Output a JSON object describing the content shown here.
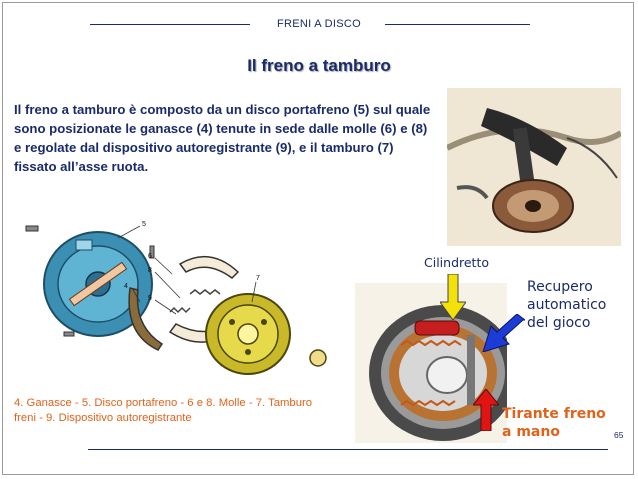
{
  "header": {
    "section": "FRENI A DISCO"
  },
  "title": "Il freno a tamburo",
  "body_text": "Il freno a tamburo è composto da un disco portafreno (5) sul quale sono posizionate le ganasce (4) tenute in sede dalle molle (6) e (8) e regolate dal dispositivo autoregistrante (9), e il tamburo (7) fissato all’asse ruota.",
  "caption": "4. Ganasce - 5. Disco portafreno - 6 e 8. Molle - 7. Tamburo freni - 9. Dispositivo autoregistrante",
  "diagram_callouts": {
    "cylinder": "Cilindretto",
    "recovery": "Recupero\nautomatico\ndel gioco",
    "handbrake": "Tirante freno\na mano"
  },
  "exploded_view_numbers": [
    "5",
    "6",
    "8",
    "4",
    "9",
    "7"
  ],
  "page_number": "65",
  "colors": {
    "navy": "#1a2b6b",
    "orange": "#e0631b",
    "arrow_yellow": "#f3e10a",
    "arrow_blue": "#1c3cd8",
    "arrow_red": "#e11414"
  }
}
